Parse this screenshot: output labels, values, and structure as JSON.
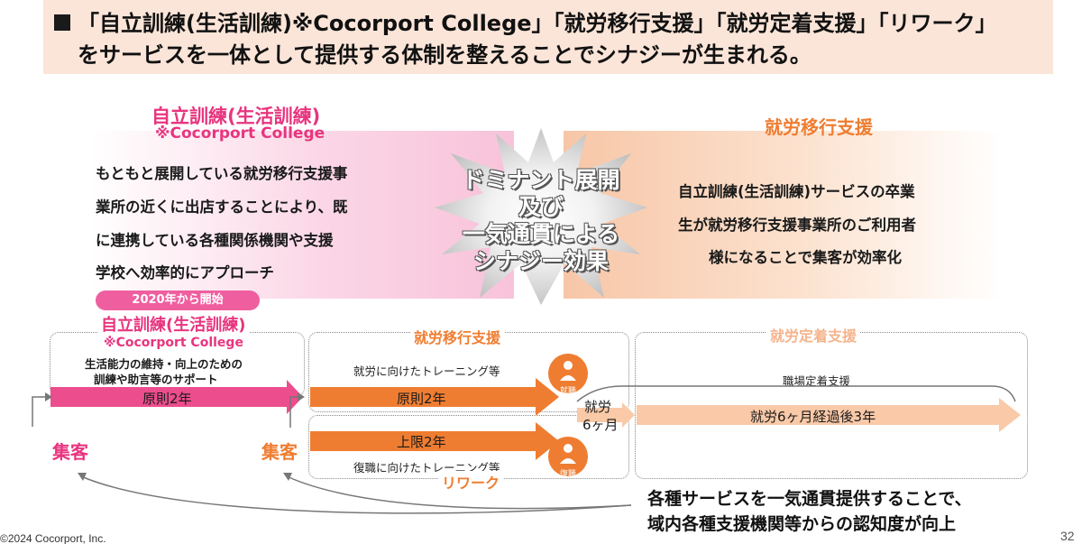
{
  "header": {
    "line1": "「自立訓練(生活訓練)※Cocorport College」「就労移行支援」「就労定着支援」「リワーク」",
    "line2": "をサービスを一体として提供する体制を整えることでシナジーが生まれる。"
  },
  "concept": {
    "left_title": "自立訓練(生活訓練)",
    "left_subtitle": "※Cocorport College",
    "left_lines": [
      "もともと展開している就労移行支援事",
      "業所の近くに出店することにより、既",
      "に連携している各種関係機関や支援",
      "学校へ効率的にアプローチ"
    ],
    "center_lines": [
      "ドミナント展開",
      "及び",
      "一気通貫による",
      "シナジー効果"
    ],
    "right_title": "就労移行支援",
    "right_lines": [
      "自立訓練(生活訓練)サービスの卒業",
      "生が就労移行支援事業所のご利用者",
      "様になることで集客が効率化"
    ]
  },
  "flow": {
    "pill": "2020年から開始",
    "jiritsu_title": "自立訓練(生活訓練)",
    "jiritsu_subtitle": "※Cocorport College",
    "jiritsu_desc1": "生活能力の維持・向上のための",
    "jiritsu_desc2": "訓練や助言等のサポート",
    "jiritsu_arrow": "原則2年",
    "ikou_title": "就労移行支援",
    "ikou_desc": "就労に向けたトレーニング等",
    "ikou_arrow": "原則2年",
    "ikou_icon_label": "就職",
    "rework_arrow": "上限2年",
    "rework_desc": "復職に向けたトレーニング等",
    "rework_title": "リワーク",
    "rework_icon_label": "復職",
    "shuro1": "就労",
    "shuro2": "6ヶ月",
    "teichaku_title": "就労定着支援",
    "teichaku_desc": "職場定着支援",
    "teichaku_arrow": "就労6ヶ月経過後3年",
    "shukyaku1": "集客",
    "shukyaku2": "集客"
  },
  "bottom": {
    "line1": "各種サービスを一気通貫提供することで、",
    "line2": "域内各種支援機関等からの認知度が向上"
  },
  "footer": {
    "copyright": "©2024 Cocorport, Inc.",
    "page": "32"
  },
  "colors": {
    "pink": "#e8357f",
    "orange": "#ef7d31",
    "light_orange": "#f9c9a8"
  }
}
